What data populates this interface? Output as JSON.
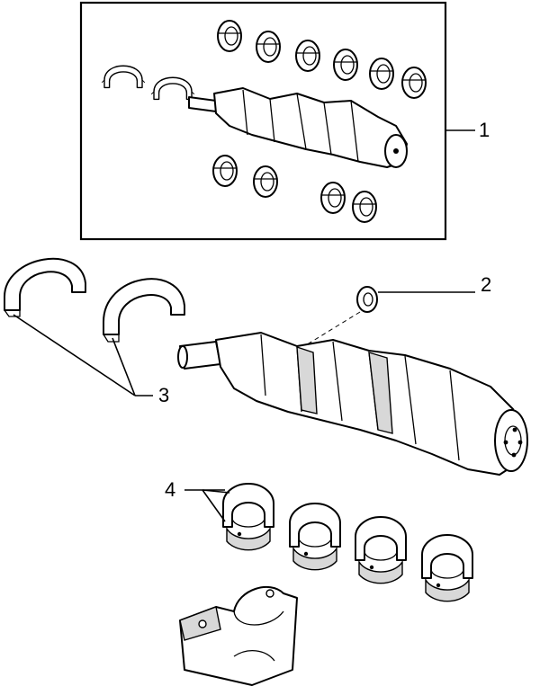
{
  "callouts": {
    "c1": "1",
    "c2": "2",
    "c3": "3",
    "c4": "4"
  },
  "icons": {
    "kit": "crankshaft-kit-icon",
    "crank": "crankshaft-icon",
    "thrust": "thrust-washer-icon",
    "bearing": "main-bearing-shell-icon",
    "cap": "bearing-cap-icon",
    "sensor": "sensor-ring-icon"
  }
}
